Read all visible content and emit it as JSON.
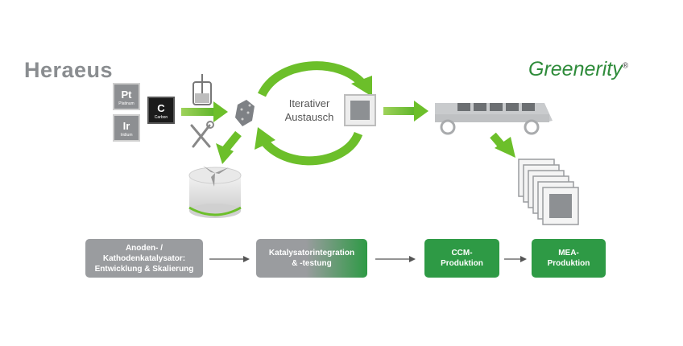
{
  "logos": {
    "left": "Heraeus",
    "right": "Greenerity",
    "right_mark": "®"
  },
  "elements": [
    {
      "symbol": "Pt",
      "name": "Platinum"
    },
    {
      "symbol": "C",
      "name": "Carbon"
    },
    {
      "symbol": "Ir",
      "name": "Iridium"
    }
  ],
  "cycle_label": {
    "line1": "Iterativer",
    "line2": "Austausch"
  },
  "process": [
    {
      "line1": "Anoden- /",
      "line2": "Kathodenkatalysator:",
      "line3": "Entwicklung & Skalierung"
    },
    {
      "line1": "Katalysatorintegration",
      "line2": "& -testung"
    },
    {
      "line1": "CCM-",
      "line2": "Produktion"
    },
    {
      "line1": "MEA-",
      "line2": "Produktion"
    }
  ],
  "colors": {
    "accent_green": "#6cbf2a",
    "box_green": "#2e9a45",
    "box_gray": "#9a9c9f"
  }
}
